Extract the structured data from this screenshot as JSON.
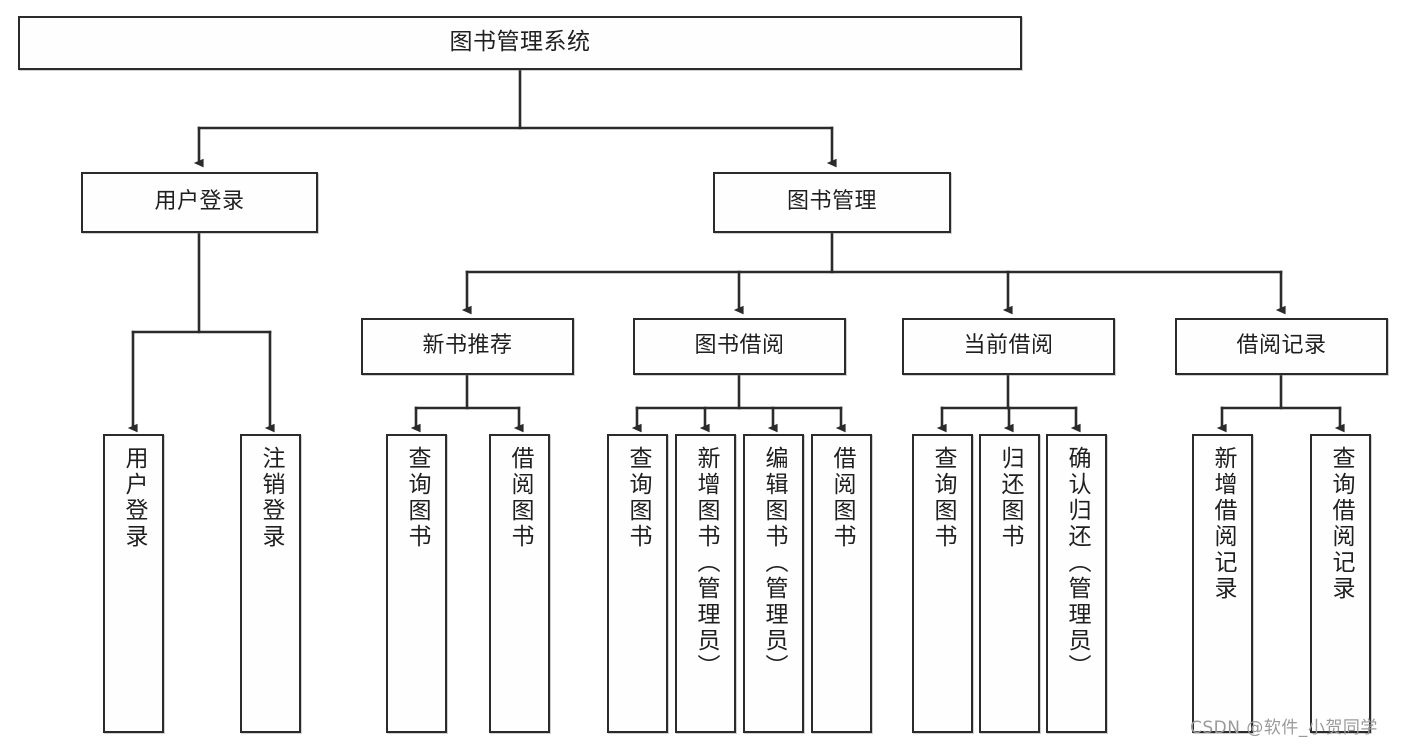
{
  "diagram": {
    "title": "图书管理系统",
    "type": "tree-hierarchy-diagram",
    "root": {
      "id": "root",
      "label": "图书管理系统"
    },
    "level2": [
      {
        "id": "user-login",
        "label": "用户登录"
      },
      {
        "id": "book-management",
        "label": "图书管理"
      }
    ],
    "level3": [
      {
        "id": "new-book-recommend",
        "label": "新书推荐",
        "parent": "book-management"
      },
      {
        "id": "book-borrow",
        "label": "图书借阅",
        "parent": "book-management"
      },
      {
        "id": "current-borrow",
        "label": "当前借阅",
        "parent": "book-management"
      },
      {
        "id": "borrow-record",
        "label": "借阅记录",
        "parent": "book-management"
      }
    ],
    "leaves": [
      {
        "id": "leaf-user-login",
        "label": "用户登录",
        "parent": "user-login"
      },
      {
        "id": "leaf-logout",
        "label": "注销登录",
        "parent": "user-login"
      },
      {
        "id": "leaf-query-book-1",
        "label": "查询图书",
        "parent": "new-book-recommend"
      },
      {
        "id": "leaf-borrow-book-1",
        "label": "借阅图书",
        "parent": "new-book-recommend"
      },
      {
        "id": "leaf-query-book-2",
        "label": "查询图书",
        "parent": "book-borrow"
      },
      {
        "id": "leaf-add-book",
        "label": "新增图书（管理员）",
        "parent": "book-borrow"
      },
      {
        "id": "leaf-edit-book",
        "label": "编辑图书（管理员）",
        "parent": "book-borrow"
      },
      {
        "id": "leaf-borrow-book-2",
        "label": "借阅图书",
        "parent": "book-borrow"
      },
      {
        "id": "leaf-query-book-3",
        "label": "查询图书",
        "parent": "current-borrow"
      },
      {
        "id": "leaf-return-book",
        "label": "归还图书",
        "parent": "current-borrow"
      },
      {
        "id": "leaf-confirm-return",
        "label": "确认归还（管理员）",
        "parent": "current-borrow"
      },
      {
        "id": "leaf-add-record",
        "label": "新增借阅记录",
        "parent": "borrow-record"
      },
      {
        "id": "leaf-query-record",
        "label": "查询借阅记录",
        "parent": "borrow-record"
      }
    ]
  },
  "watermark": {
    "text": "CSDN @软件_小贺同学"
  },
  "colors": {
    "box_border": "#2b2b2b",
    "box_fill": "#fefefe",
    "connector": "#2b2b2b",
    "text": "#1f1f1f",
    "watermark": "#9a9a9a",
    "background": "#ffffff"
  }
}
